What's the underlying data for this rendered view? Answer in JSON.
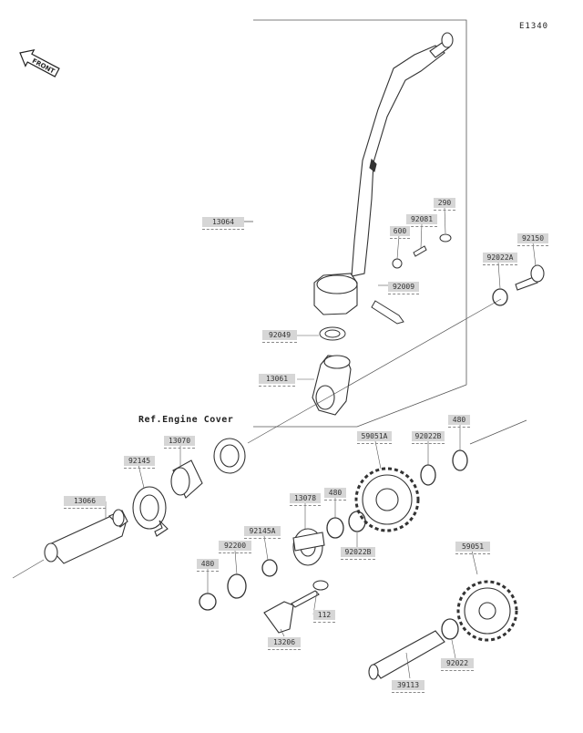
{
  "diagram_id": "E1340",
  "front_label": "FRONT",
  "ref_note": "Ref.Engine Cover",
  "labels": {
    "p13064": "13064",
    "p290": "290",
    "p92081": "92081",
    "p600": "600",
    "p92150": "92150",
    "p92022A": "92022A",
    "p92009": "92009",
    "p92049": "92049",
    "p13061": "13061",
    "p13070": "13070",
    "p92145": "92145",
    "p13066": "13066",
    "p59051A": "59051A",
    "p92022B_top": "92022B",
    "p480_top": "480",
    "p13078": "13078",
    "p480_mid": "480",
    "p92022B_mid": "92022B",
    "p92145A": "92145A",
    "p92200": "92200",
    "p480_left": "480",
    "p112": "112",
    "p13206": "13206",
    "p59051": "59051",
    "p92022": "92022",
    "p39113": "39113"
  }
}
